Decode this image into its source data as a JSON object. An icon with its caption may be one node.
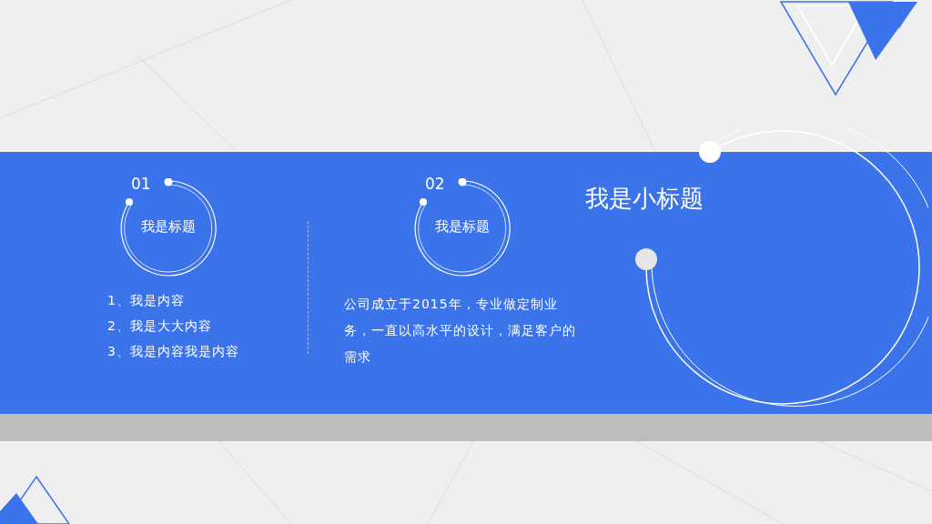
{
  "diagram": {
    "nodes": [
      {
        "text": [
          "01",
          "我是标题"
        ]
      },
      {
        "text": [
          "02",
          "我是标题"
        ]
      }
    ],
    "labels": [
      "1、我是内容",
      "2、我是大大内容",
      "3、我是内容我是内容",
      "公司成立于2015年，专业做定制业务，一直以高水平的设计，满足客户的需求",
      "我是小标题"
    ]
  }
}
